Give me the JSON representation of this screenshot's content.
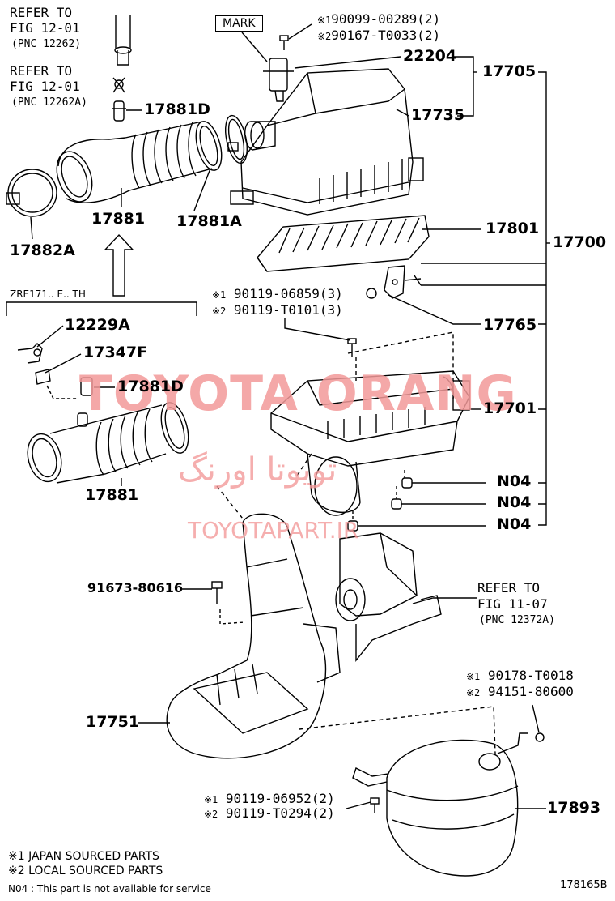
{
  "refs": {
    "top1": [
      "REFER TO",
      "FIG 12-01",
      "(PNC 12262)"
    ],
    "top2": [
      "REFER TO",
      "FIG 12-01",
      "(PNC 12262A)"
    ],
    "mid": [
      "REFER TO",
      "FIG 11-07",
      "(PNC 12372A)"
    ]
  },
  "mark_label": "MARK",
  "variant_label": "ZRE171.. E.. TH",
  "parts": {
    "p22204": "22204",
    "p17705": "17705",
    "p17735": "17735",
    "p17881D_top": "17881D",
    "p17881A": "17881A",
    "p17881_top": "17881",
    "p17882A": "17882A",
    "p17801": "17801",
    "p17700": "17700",
    "p17765": "17765",
    "p12229A": "12229A",
    "p17347F": "17347F",
    "p17881D_low": "17881D",
    "p17701": "17701",
    "p17881_low": "17881",
    "n04_a": "N04",
    "n04_b": "N04",
    "n04_c": "N04",
    "p91673": "91673-80616",
    "p17751": "17751",
    "p17893": "17893"
  },
  "sourced": {
    "s1a": {
      "mark": "※1",
      "text": "90099-00289(2)"
    },
    "s1b": {
      "mark": "※2",
      "text": "90167-T0033(2)"
    },
    "s2a": {
      "mark": "※1",
      "text": "90119-06859(3)"
    },
    "s2b": {
      "mark": "※2",
      "text": "90119-T0101(3)"
    },
    "s3a": {
      "mark": "※1",
      "text": "90178-T0018"
    },
    "s3b": {
      "mark": "※2",
      "text": "94151-80600"
    },
    "s4a": {
      "mark": "※1",
      "text": "90119-06952(2)"
    },
    "s4b": {
      "mark": "※2",
      "text": "90119-T0294(2)"
    }
  },
  "legend": {
    "l1": "※1 JAPAN SOURCED PARTS",
    "l2": "※2 LOCAL SOURCED PARTS",
    "l3": "N04 : This part is not available for service"
  },
  "figure_id": "178165B",
  "watermark": {
    "main": "TOYOTA ORANG",
    "farsi": "تویوتا اورنگ",
    "site": "TOYOTAPART.IR"
  },
  "colors": {
    "line": "#000000",
    "watermark": "#f39a9a"
  }
}
